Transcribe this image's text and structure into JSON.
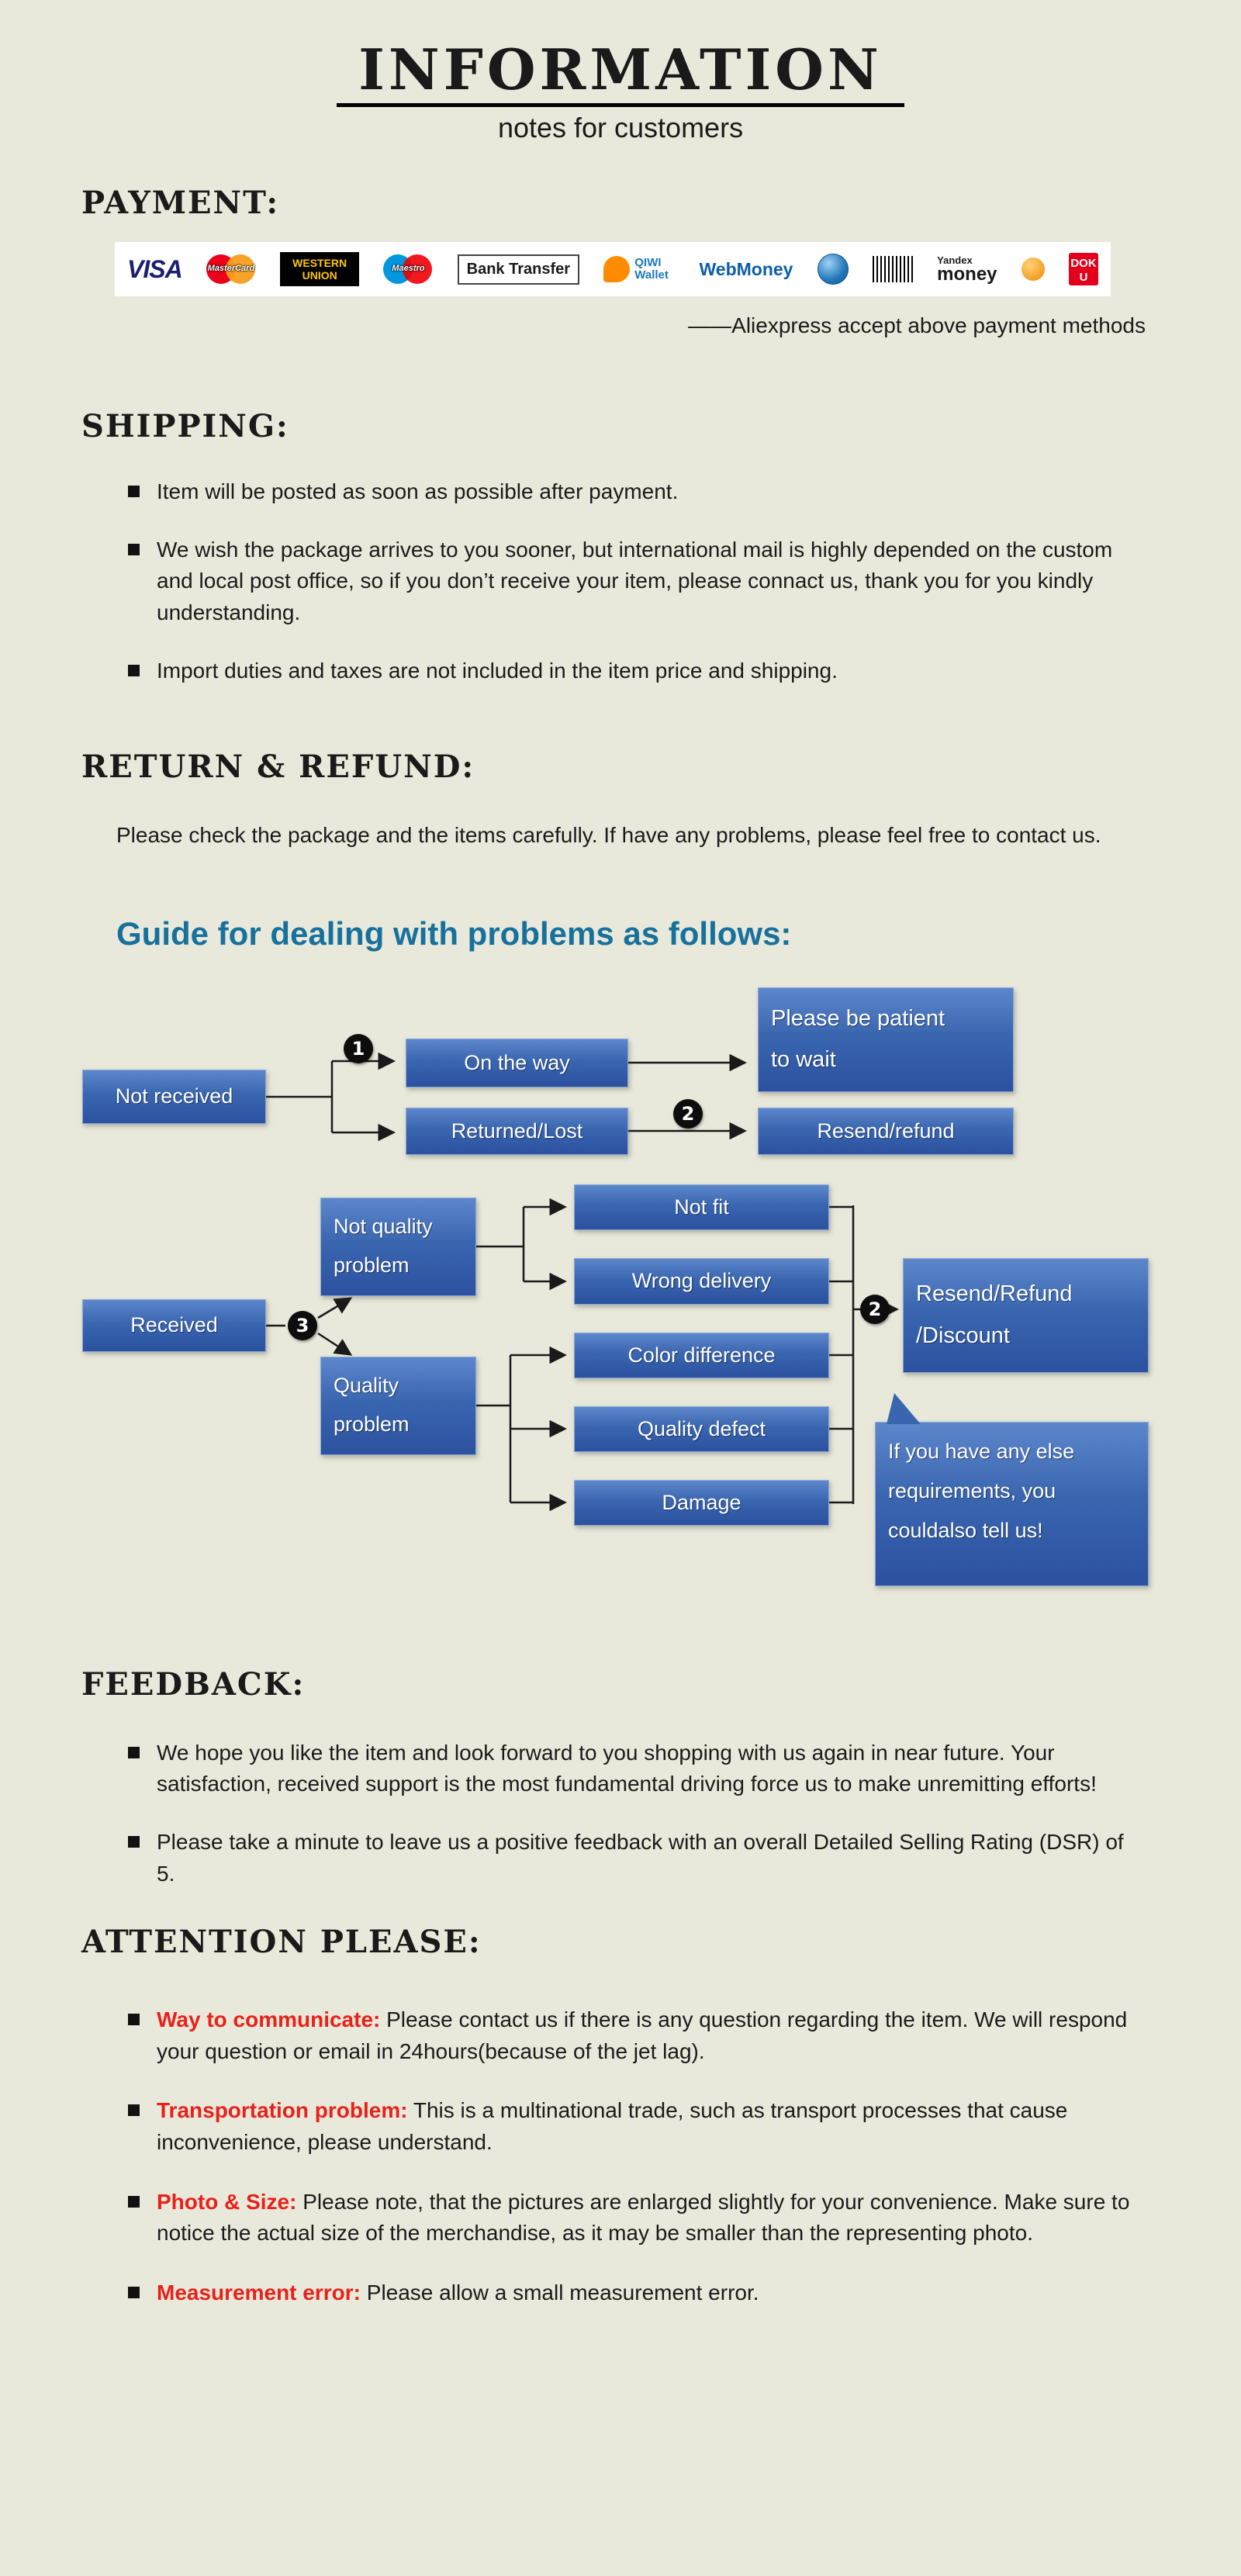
{
  "header": {
    "title": "INFORMATION",
    "subtitle": "notes for customers"
  },
  "payment": {
    "heading": "PAYMENT:",
    "note": "——Aliexpress accept above payment methods",
    "methods": {
      "visa": "VISA",
      "mastercard": "MasterCard",
      "western_union": "WESTERN UNION",
      "maestro": "Maestro",
      "bank_transfer": "Bank Transfer",
      "qiwi": "QIWI Wallet",
      "webmoney": "WebMoney",
      "yandex_top": "Yandex",
      "yandex_bottom": "money",
      "doku": "DOKU"
    }
  },
  "shipping": {
    "heading": "SHIPPING:",
    "bullets": [
      "Item will be posted as soon as possible after payment.",
      "We wish the package arrives to you sooner, but international mail is highly depended on the custom and local post office, so if you don’t receive your item, please connact us, thank you for you kindly understanding.",
      "Import duties and taxes are not included in the item price and shipping."
    ]
  },
  "return_refund": {
    "heading": "RETURN & REFUND:",
    "paragraph": "Please check the package  and the items carefully. If have any problems, please feel free to contact us.",
    "guide_title": "Guide for dealing with problems as follows:"
  },
  "flowchart": {
    "step_1": "1",
    "step_2": "2",
    "step_3": "3",
    "not_received": "Not received",
    "on_the_way": "On the way",
    "returned_lost": "Returned/Lost",
    "be_patient": "Please be patient\nto wait",
    "resend_refund": "Resend/refund",
    "received": "Received",
    "not_quality_problem": "Not quality\nproblem",
    "quality_problem": "Quality\nproblem",
    "not_fit": "Not fit",
    "wrong_delivery": "Wrong delivery",
    "color_difference": "Color difference",
    "quality_defect": "Quality defect",
    "damage": "Damage",
    "resend_refund_discount": "Resend/Refund\n/Discount",
    "bubble": "If you have any else\nrequirements, you\ncouldalso tell us!"
  },
  "feedback": {
    "heading": "FEEDBACK:",
    "bullets": [
      "We hope you like the item and look forward to you shopping with  us again in near future. Your satisfaction, received support is  the most fundamental driving force us to make unremitting  efforts!",
      "Please take a minute to leave us a positive feedback with an  overall Detailed Selling Rating (DSR) of 5."
    ]
  },
  "attention": {
    "heading": "ATTENTION PLEASE:",
    "items": [
      {
        "lead": "Way to communicate:",
        "text": " Please contact us if there is any question regarding the item. We will respond your question or email in 24hours(because of the jet lag)."
      },
      {
        "lead": "Transportation problem:",
        "text": " This is a multinational trade, such as transport processes that cause inconvenience, please understand."
      },
      {
        "lead": "Photo & Size:",
        "text": " Please note, that the pictures are enlarged slightly for your convenience. Make sure to notice the actual size of the merchandise, as it may be smaller than the representing photo."
      },
      {
        "lead": "Measurement error:",
        "text": " Please allow a small measurement error."
      }
    ]
  }
}
